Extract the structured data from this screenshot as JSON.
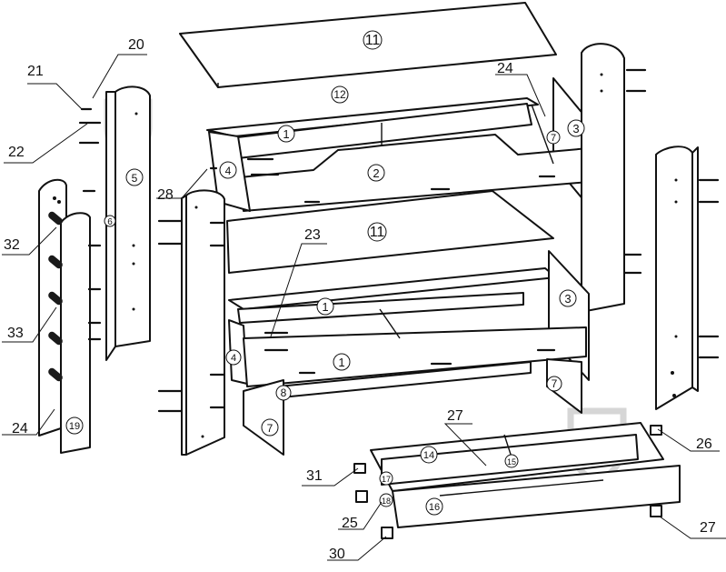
{
  "callouts": {
    "c20": "20",
    "c21": "21",
    "c22": "22",
    "c24a": "24",
    "c24b": "24",
    "c28": "28",
    "c32": "32",
    "c33": "33",
    "c23": "23",
    "c27a": "27",
    "c27b": "27",
    "c26": "26",
    "c31": "31",
    "c25": "25",
    "c30": "30"
  },
  "parts": {
    "p11a": "11",
    "p11b": "11",
    "p12": "12",
    "p1a": "1",
    "p1b": "1",
    "p1c": "1",
    "p2": "2",
    "p3a": "3",
    "p3b": "3",
    "p4a": "4",
    "p4b": "4",
    "p5": "5",
    "p6": "6",
    "p7a": "7",
    "p7b": "7",
    "p7c": "7",
    "p8": "8",
    "p14": "14",
    "p15": "15",
    "p16": "16",
    "p17": "17",
    "p18": "18",
    "p19": "19"
  },
  "icons": {
    "watermark": "shield-watermark-icon"
  }
}
